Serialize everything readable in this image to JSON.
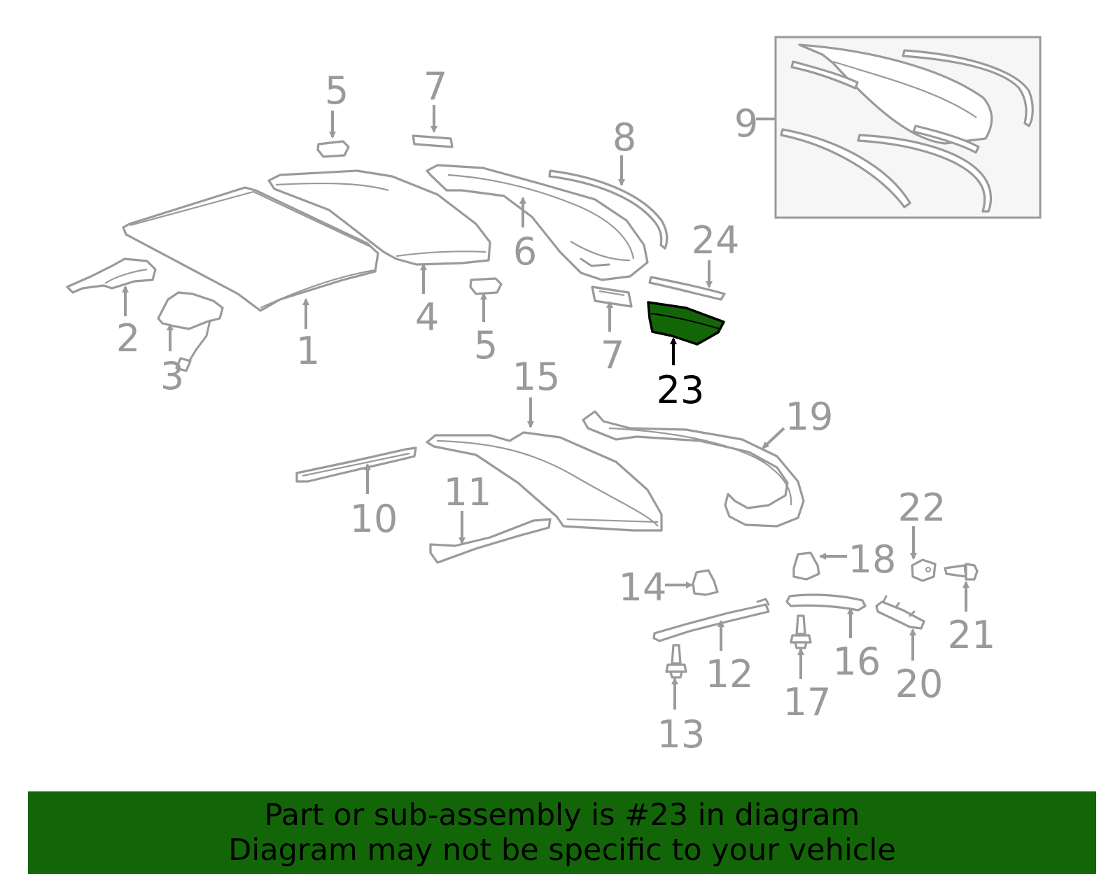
{
  "colors": {
    "part_stroke": "#9a9a9a",
    "highlight_fill": "#136608",
    "highlight_label": "#000000",
    "callout_text": "#9a9a9a",
    "inset_background": "#f6f6f6",
    "banner_background": "#136608",
    "banner_text": "#000000"
  },
  "highlighted_part": "23",
  "callouts": [
    {
      "id": "1",
      "label": "1"
    },
    {
      "id": "2",
      "label": "2"
    },
    {
      "id": "3",
      "label": "3"
    },
    {
      "id": "4",
      "label": "4"
    },
    {
      "id": "5a",
      "label": "5"
    },
    {
      "id": "5b",
      "label": "5"
    },
    {
      "id": "6",
      "label": "6"
    },
    {
      "id": "7a",
      "label": "7"
    },
    {
      "id": "7b",
      "label": "7"
    },
    {
      "id": "8",
      "label": "8"
    },
    {
      "id": "9",
      "label": "9"
    },
    {
      "id": "10",
      "label": "10"
    },
    {
      "id": "11",
      "label": "11"
    },
    {
      "id": "12",
      "label": "12"
    },
    {
      "id": "13",
      "label": "13"
    },
    {
      "id": "14",
      "label": "14"
    },
    {
      "id": "15",
      "label": "15"
    },
    {
      "id": "16",
      "label": "16"
    },
    {
      "id": "17",
      "label": "17"
    },
    {
      "id": "18",
      "label": "18"
    },
    {
      "id": "19",
      "label": "19"
    },
    {
      "id": "20",
      "label": "20"
    },
    {
      "id": "21",
      "label": "21"
    },
    {
      "id": "22",
      "label": "22"
    },
    {
      "id": "23",
      "label": "23"
    },
    {
      "id": "24",
      "label": "24"
    }
  ],
  "banner": {
    "line1": "Part or sub-assembly is #23 in diagram",
    "line2": "Diagram may not be specific to your vehicle"
  }
}
